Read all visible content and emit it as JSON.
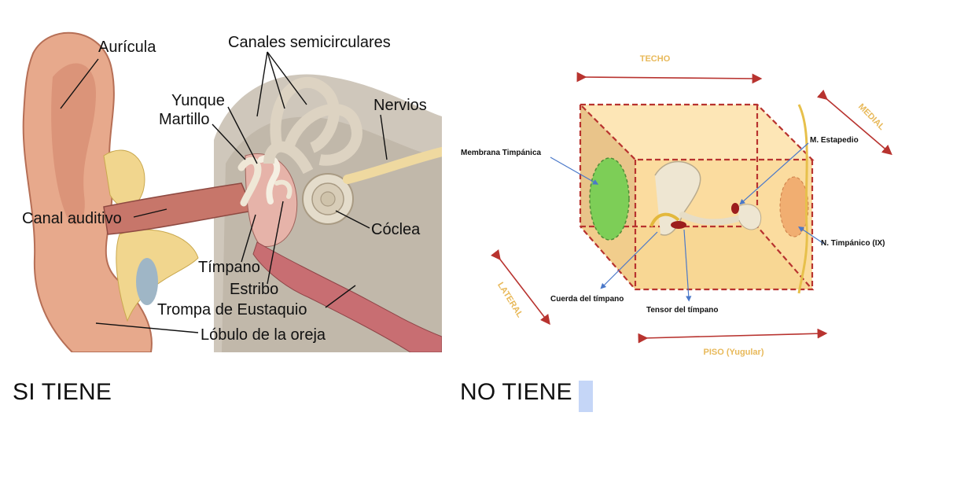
{
  "left_figure": {
    "labels": {
      "auricula": "Aurícula",
      "canales": "Canales semicirculares",
      "yunque": "Yunque",
      "martillo": "Martillo",
      "nervios": "Nervios",
      "canal_auditivo": "Canal auditivo",
      "coclea": "Cóclea",
      "timpano": "Tímpano",
      "estribo": "Estribo",
      "trompa": "Trompa de Eustaquio",
      "lobulo": "Lóbulo de la oreja"
    }
  },
  "right_figure": {
    "labels": {
      "techo": "TECHO",
      "medial": "MEDIAL",
      "lateral": "LATERAL",
      "piso": "PISO (Yugular)",
      "membrana": "Membrana Timpánica",
      "estapedio": "M. Estapedio",
      "n_timpanico": "N. Timpánico (IX)",
      "cuerda": "Cuerda del tímpano",
      "tensor": "Tensor del tímpano"
    },
    "colors": {
      "box_fill": "#fbdc9f",
      "box_edge": "#b8332f",
      "membrane": "#7dce57",
      "label_orange": "#e8b95a"
    }
  },
  "captions": {
    "left": "SI TIENE",
    "right": "NO TIENE"
  }
}
